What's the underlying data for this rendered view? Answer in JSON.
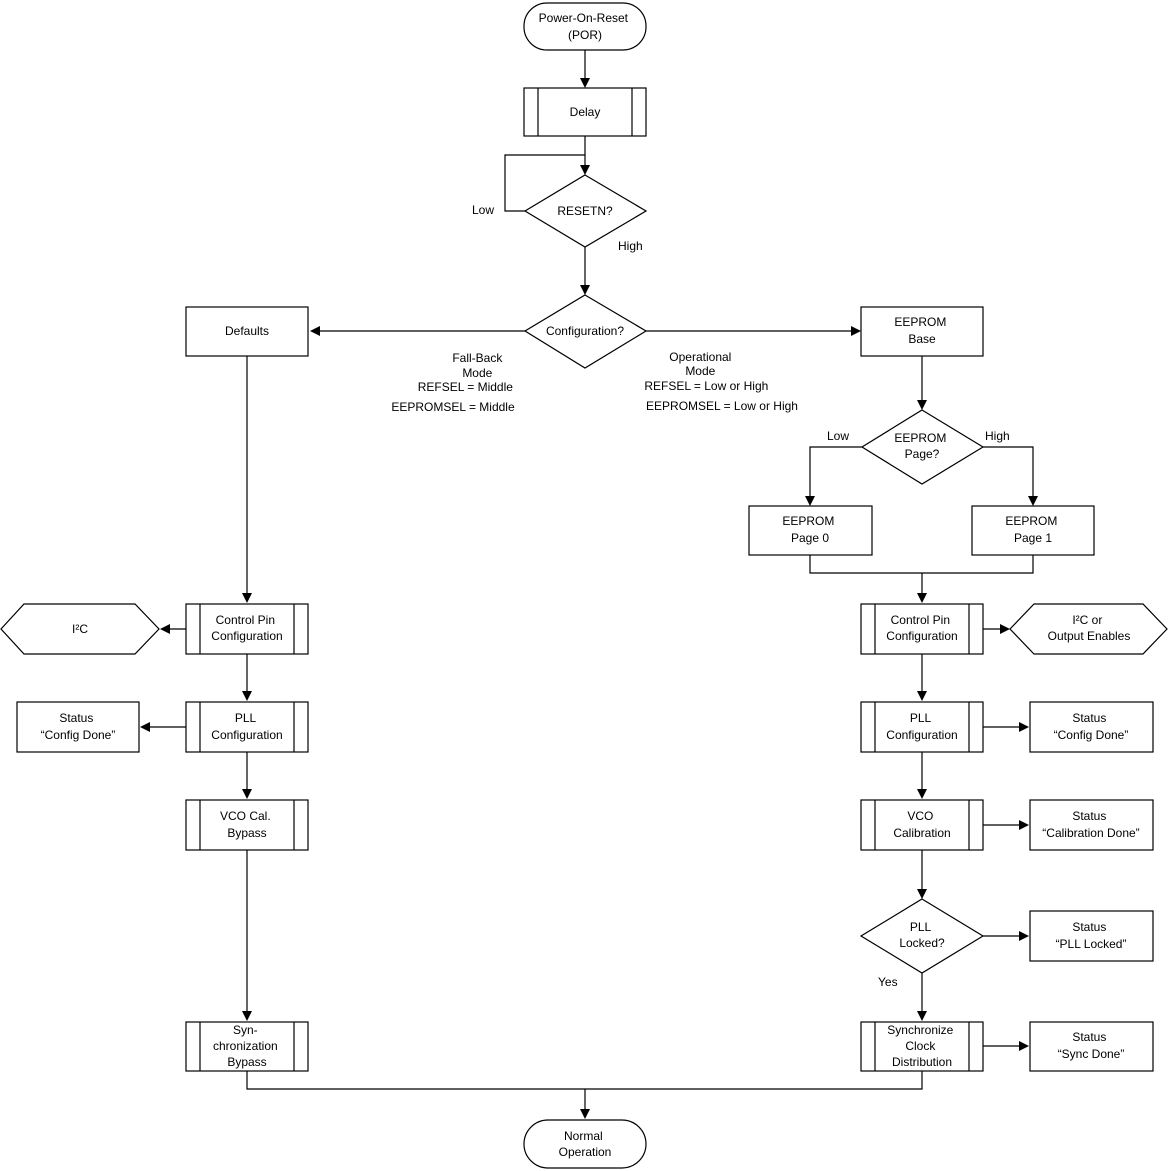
{
  "nodes": {
    "por": {
      "lines": [
        "Power-On-Reset",
        "(POR)"
      ]
    },
    "delay": {
      "lines": [
        "Delay"
      ]
    },
    "resetn": {
      "lines": [
        "RESETN?"
      ]
    },
    "configuration": {
      "lines": [
        "Configuration?"
      ]
    },
    "defaults": {
      "lines": [
        "Defaults"
      ]
    },
    "eeprom_base": {
      "lines": [
        "EEPROM",
        "Base"
      ]
    },
    "eeprom_page_q": {
      "lines": [
        "EEPROM",
        "Page?"
      ]
    },
    "eeprom_page0": {
      "lines": [
        "EEPROM",
        "Page 0"
      ]
    },
    "eeprom_page1": {
      "lines": [
        "EEPROM",
        "Page 1"
      ]
    },
    "ctrl_pin_left": {
      "lines": [
        "Control Pin",
        "Configuration"
      ]
    },
    "i2c_left": {
      "lines": [
        "I²C"
      ]
    },
    "pll_cfg_left": {
      "lines": [
        "PLL",
        "Configuration"
      ]
    },
    "status_cfg_left": {
      "lines": [
        "Status",
        "“Config Done”"
      ]
    },
    "vco_bypass": {
      "lines": [
        "VCO Cal.",
        "Bypass"
      ]
    },
    "sync_bypass": {
      "lines": [
        "Syn-",
        "chronization",
        "Bypass"
      ]
    },
    "ctrl_pin_right": {
      "lines": [
        "Control Pin",
        "Configuration"
      ]
    },
    "i2c_right": {
      "lines": [
        "I²C or",
        "Output Enables"
      ]
    },
    "pll_cfg_right": {
      "lines": [
        "PLL",
        "Configuration"
      ]
    },
    "status_cfg_right": {
      "lines": [
        "Status",
        "“Config Done”"
      ]
    },
    "vco_cal": {
      "lines": [
        "VCO",
        "Calibration"
      ]
    },
    "status_cal": {
      "lines": [
        "Status",
        "“Calibration Done”"
      ]
    },
    "pll_locked_q": {
      "lines": [
        "PLL",
        "Locked?"
      ]
    },
    "status_locked": {
      "lines": [
        "Status",
        "“PLL Locked”"
      ]
    },
    "sync_clock": {
      "lines": [
        "Synchronize",
        "Clock",
        "Distribution"
      ]
    },
    "status_sync": {
      "lines": [
        "Status",
        "“Sync Done”"
      ]
    },
    "normal_op": {
      "lines": [
        "Normal",
        "Operation"
      ]
    }
  },
  "edge_labels": {
    "resetn_low": "Low",
    "resetn_high": "High",
    "fallback_mode": [
      "Fall-Back",
      "Mode",
      "REFSEL = Middle",
      "EEPROMSEL = Middle"
    ],
    "operational_mode": [
      "Operational",
      "Mode",
      "REFSEL = Low or High",
      "EEPROMSEL = Low or High"
    ],
    "page_low": "Low",
    "page_high": "High",
    "locked_yes": "Yes"
  }
}
